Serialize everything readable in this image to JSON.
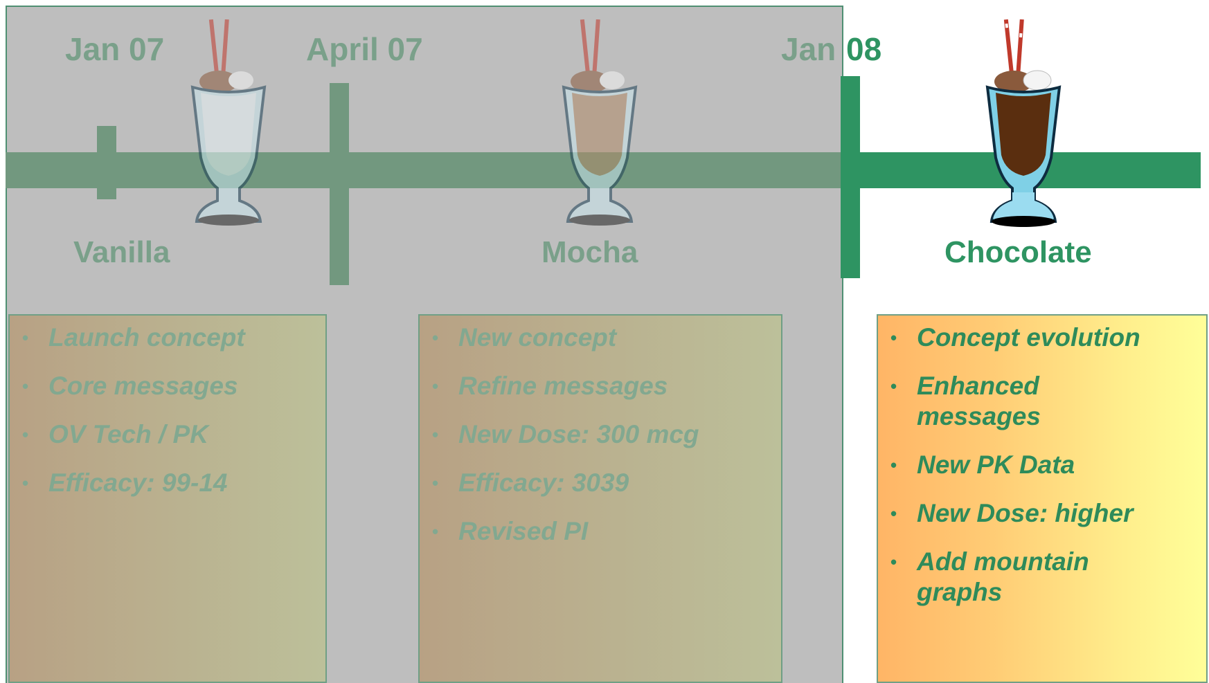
{
  "timeline": {
    "dates": [
      "Jan 07",
      "April 07",
      "Jan",
      "08"
    ],
    "colors": {
      "active_green": "#2e9462",
      "dim_green": "#72987f",
      "grey": "#bebebe"
    }
  },
  "phases": [
    {
      "flavor": "Vanilla",
      "bullets": [
        "Launch concept",
        "Core messages",
        "OV Tech / PK",
        "Efficacy: 99-14"
      ]
    },
    {
      "flavor": "Mocha",
      "bullets": [
        "New concept",
        "Refine messages",
        "New Dose:  300 mcg",
        "Efficacy: 3039",
        "Revised PI"
      ]
    },
    {
      "flavor": "Chocolate",
      "bullets": [
        "Concept evolution",
        "Enhanced messages",
        "New PK Data",
        "New Dose: higher",
        "Add mountain graphs"
      ]
    }
  ],
  "icons": [
    "milkshake-glass-icon",
    "milkshake-glass-icon",
    "milkshake-glass-icon"
  ]
}
